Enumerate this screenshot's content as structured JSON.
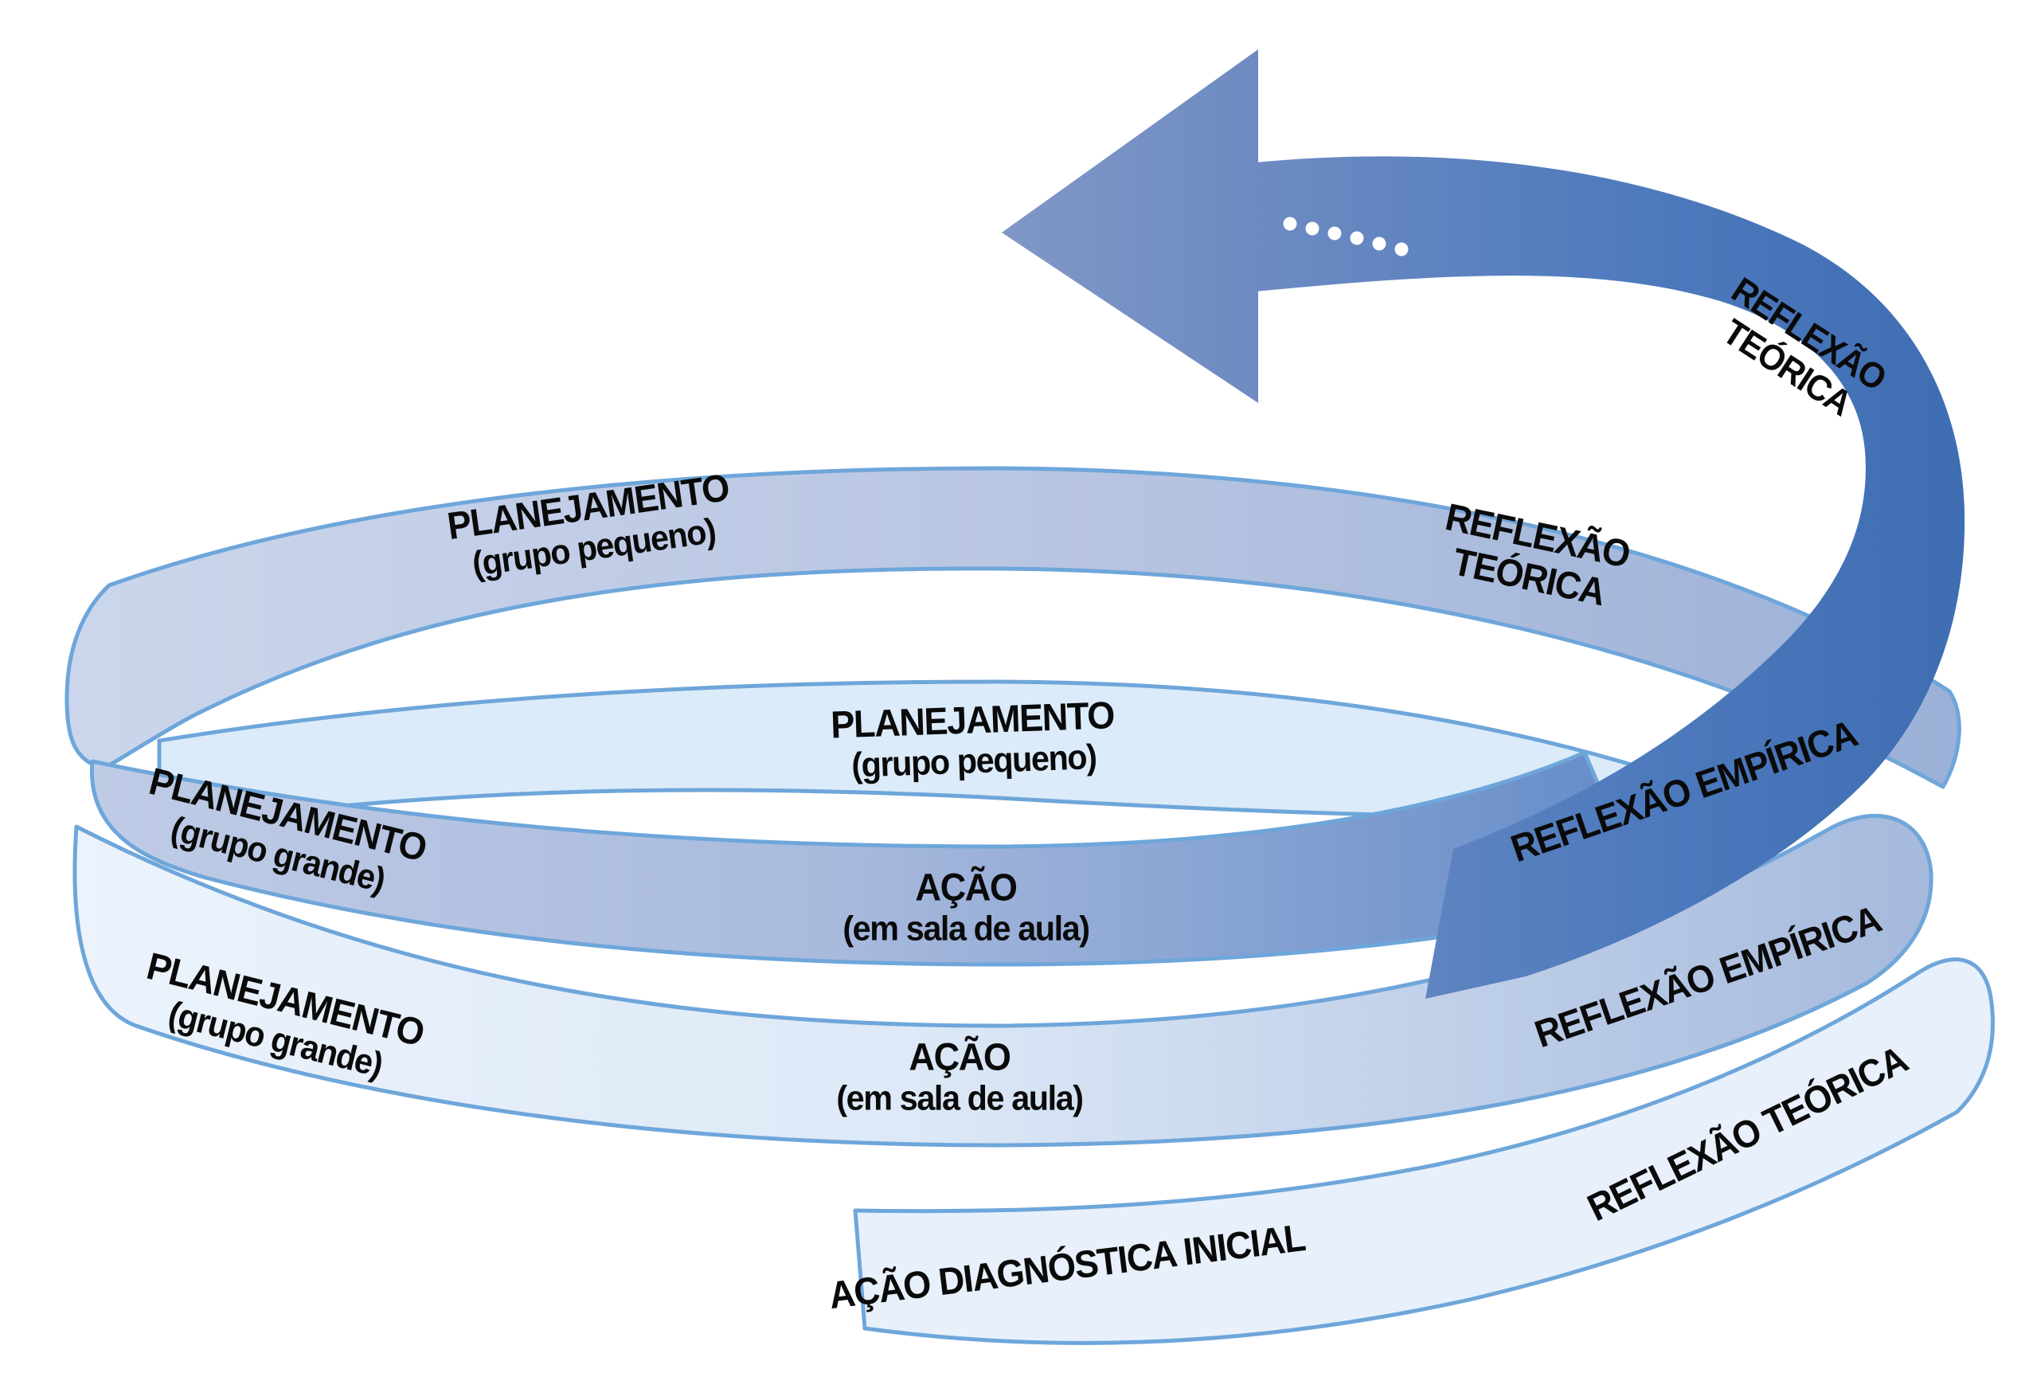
{
  "diagram": {
    "type": "spiral-action-research-cycle",
    "language": "pt-BR",
    "colors": {
      "arrow_blue_dark": "#3f6db2",
      "arrow_blue_light": "#7e95c5",
      "band_periwinkle": "#b7c4e1",
      "band_light_blue": "#dcebf9",
      "band_lightest_blue": "#e7f0fb",
      "band_outline": "#6ea6da",
      "label_text": "#0a0a0a",
      "dots": "#ffffff"
    },
    "arrow": {
      "dot_count": 6
    },
    "labels": {
      "planejamento_pequeno_top": {
        "line1": "PLANEJAMENTO",
        "line2": "(grupo pequeno)"
      },
      "reflexao_teorica_top_band": {
        "line1": "REFLEXÃO",
        "line2": "TEÓRICA"
      },
      "planejamento_pequeno_mid": {
        "line1": "PLANEJAMENTO",
        "line2": "(grupo pequeno)"
      },
      "planejamento_grande_upper": {
        "line1": "PLANEJAMENTO",
        "line2": "(grupo grande)"
      },
      "acao_sala_upper": {
        "line1": "AÇÃO",
        "line2": "(em sala de aula)"
      },
      "reflexao_empirica_upper": {
        "line1": "REFLEXÃO EMPÍRICA"
      },
      "planejamento_grande_lower": {
        "line1": "PLANEJAMENTO",
        "line2": "(grupo grande)"
      },
      "acao_sala_lower": {
        "line1": "AÇÃO",
        "line2": "(em sala de aula)"
      },
      "reflexao_empirica_lower": {
        "line1": "REFLEXÃO EMPÍRICA"
      },
      "reflexao_teorica_bottom": {
        "line1": "REFLEXÃO TEÓRICA"
      },
      "acao_diagnostica_inicial": {
        "line1": "AÇÃO DIAGNÓSTICA INICIAL"
      },
      "reflexao_teorica_arrow": {
        "line1": "REFLEXÃO",
        "line2": "TEÓRICA"
      }
    }
  }
}
